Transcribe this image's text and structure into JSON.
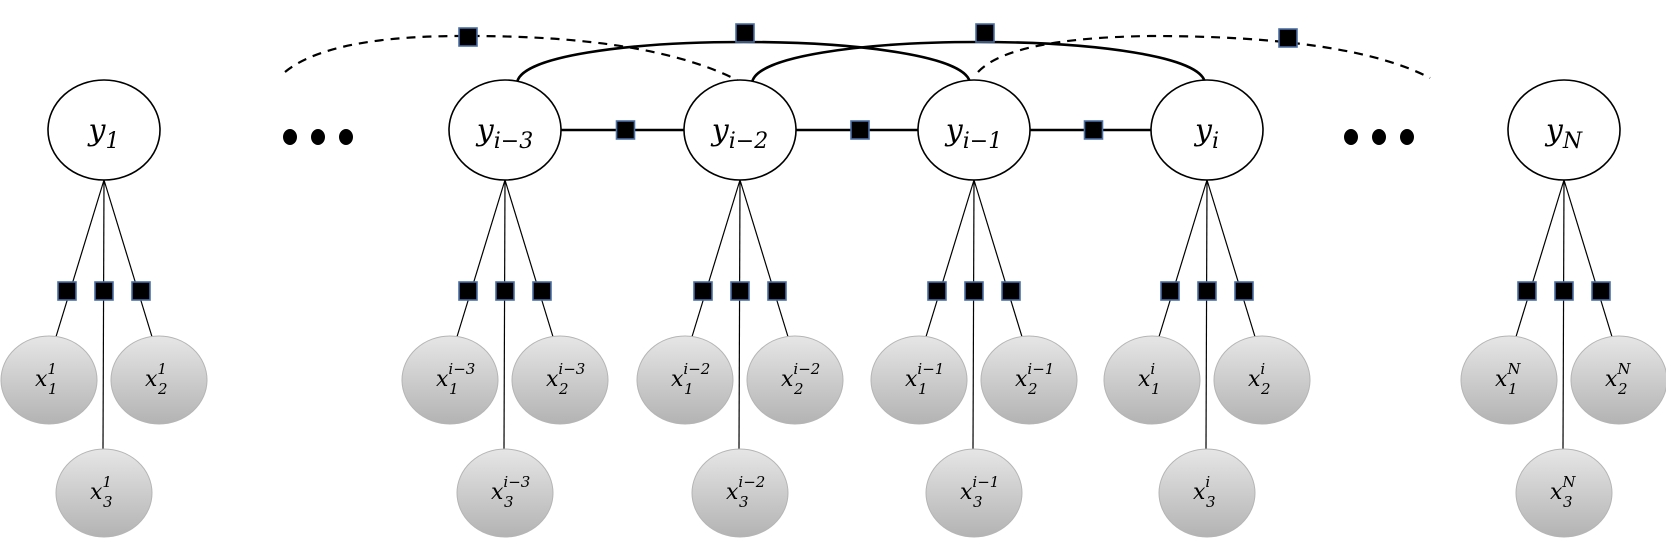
{
  "diagram": {
    "y_nodes": [
      {
        "id": "y1",
        "base": "y",
        "sub": "1"
      },
      {
        "id": "yi-3",
        "base": "y",
        "sub": "i−3"
      },
      {
        "id": "yi-2",
        "base": "y",
        "sub": "i−2"
      },
      {
        "id": "yi-1",
        "base": "y",
        "sub": "i−1"
      },
      {
        "id": "yi",
        "base": "y",
        "sub": "i"
      },
      {
        "id": "yN",
        "base": "y",
        "sub": "N"
      }
    ],
    "x_groups": [
      {
        "parent": "y1",
        "sup": "1"
      },
      {
        "parent": "yi-3",
        "sup": "i−3"
      },
      {
        "parent": "yi-2",
        "sup": "i−2"
      },
      {
        "parent": "yi-1",
        "sup": "i−1"
      },
      {
        "parent": "yi",
        "sup": "i"
      },
      {
        "parent": "yN",
        "sup": "N"
      }
    ],
    "x_subscripts": [
      "1",
      "2",
      "3"
    ],
    "ellipsis": [
      "left-ellipsis",
      "right-ellipsis"
    ],
    "colors": {
      "factor_fill": "#000000",
      "factor_border": "#4a6fa5",
      "x_node_top": "#e6e6e6",
      "x_node_bottom": "#b3b3b3"
    }
  }
}
